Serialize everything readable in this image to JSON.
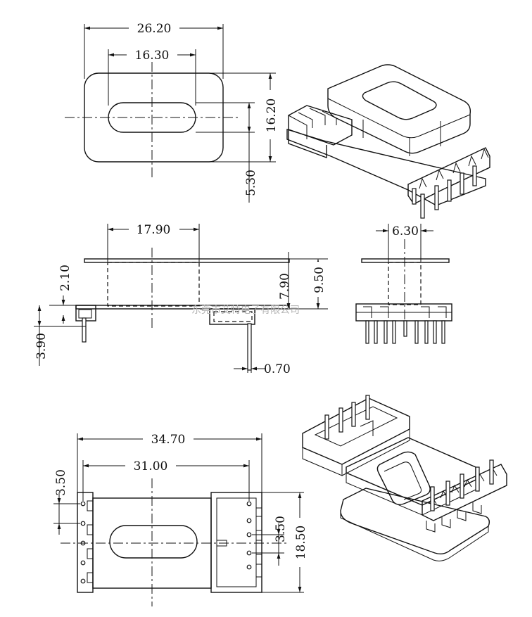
{
  "colors": {
    "line": "#111111",
    "background": "#ffffff",
    "watermark": "#b4b4b4"
  },
  "watermark": "东莞市艾特电子有限公司",
  "views": {
    "top": {
      "width": "26.20",
      "slot_length": "16.30",
      "height": "16.20",
      "slot_offset": "5.30"
    },
    "front": {
      "core_length": "17.90",
      "flange_thickness": "2.10",
      "base_height": "3.90",
      "winding_height": "7.90",
      "total_height": "9.50",
      "pin_diameter": "0.70"
    },
    "side": {
      "width": "6.30"
    },
    "bottom": {
      "total_length": "34.70",
      "pin_row_span": "31.00",
      "pin_pitch_left": "3.50",
      "pin_pitch_right": "3.50",
      "width": "18.50"
    }
  }
}
